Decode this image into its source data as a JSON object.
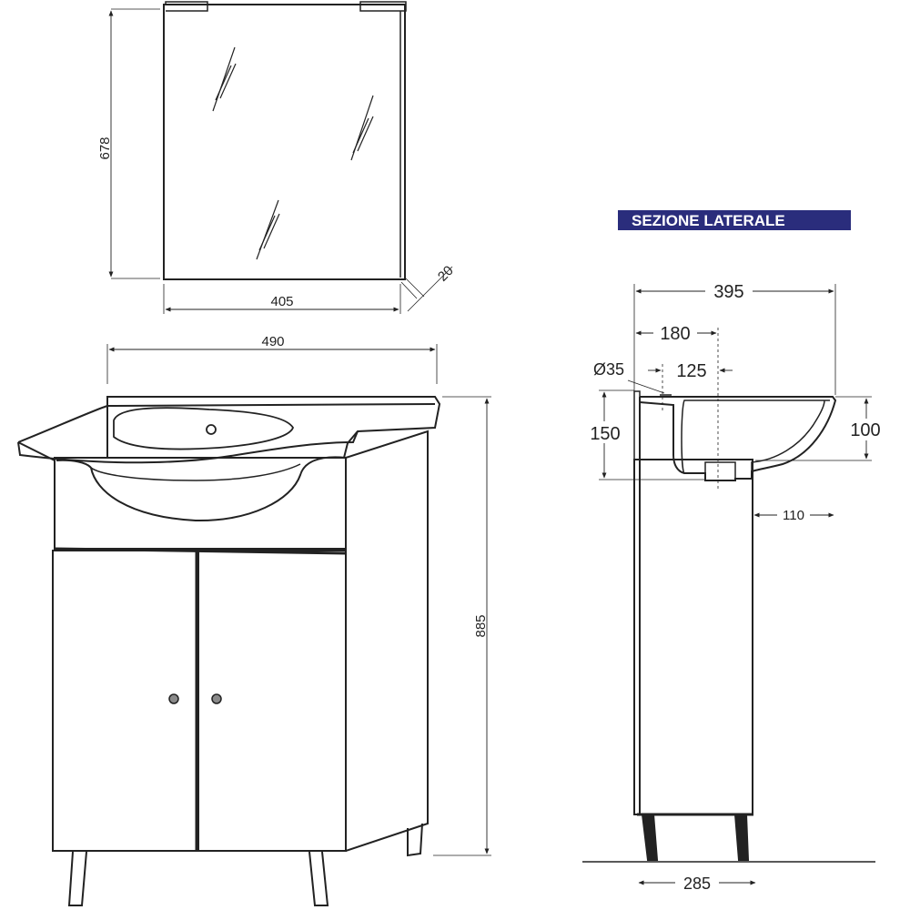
{
  "section_title": "SEZIONE LATERALE",
  "colors": {
    "line": "#222222",
    "banner_bg": "#2a2d7c",
    "banner_text": "#ffffff",
    "knob": "#8a8a8a"
  },
  "dimensions": {
    "mirror_height": "678",
    "mirror_width": "405",
    "mirror_depth": "20",
    "cabinet_width": "490",
    "cabinet_height": "885",
    "side_depth": "395",
    "drain_offset": "180",
    "faucet_hole": "Ø35",
    "faucet_offset": "125",
    "basin_height": "150",
    "bowl_depth": "100",
    "front_overhang": "110",
    "base_depth": "285"
  }
}
